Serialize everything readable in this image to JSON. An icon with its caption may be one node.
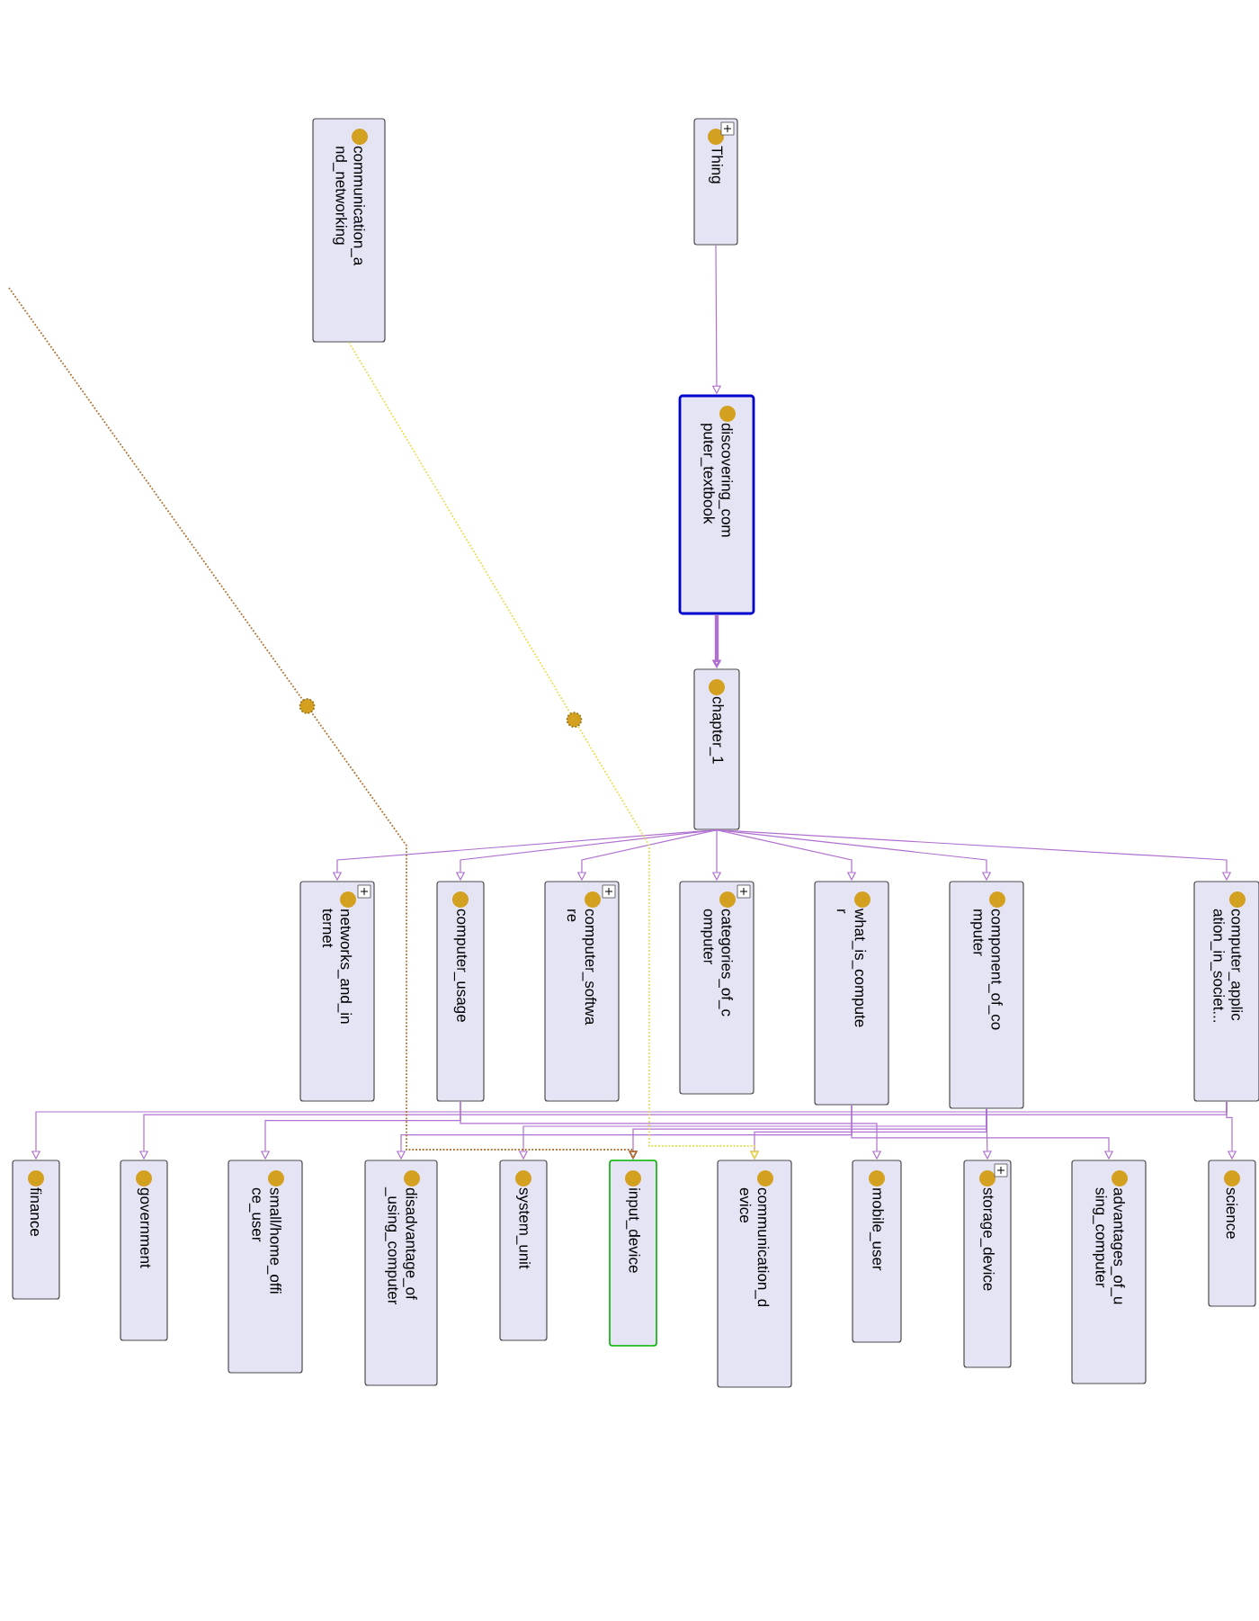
{
  "diagram": {
    "nodes": [
      {
        "text": [
          "communication_a nd_networking"
        ]
      },
      {
        "text": [
          "Thing"
        ]
      },
      {
        "text": [
          "discovering_com puter_textbook"
        ]
      },
      {
        "text": [
          "chapter_1"
        ]
      },
      {
        "text": [
          "networks_and_in ternet"
        ]
      },
      {
        "text": [
          "computer_usage"
        ]
      },
      {
        "text": [
          "computer_softwa re"
        ]
      },
      {
        "text": [
          "categories_of_c omputer"
        ]
      },
      {
        "text": [
          "what_is_compute r"
        ]
      },
      {
        "text": [
          "component_of_co mputer"
        ]
      },
      {
        "text": [
          "computer_applic ation_in_societ..."
        ]
      },
      {
        "text": [
          "finance"
        ]
      },
      {
        "text": [
          "government"
        ]
      },
      {
        "text": [
          "small/home_offi ce_user"
        ]
      },
      {
        "text": [
          "disadvantage_of _using_computer"
        ]
      },
      {
        "text": [
          "system_unit"
        ]
      },
      {
        "text": [
          "input_device"
        ]
      },
      {
        "text": [
          "communication_d evice"
        ]
      },
      {
        "text": [
          "mobile_user"
        ]
      },
      {
        "text": [
          "storage_device"
        ]
      },
      {
        "text": [
          "advantages_of_u sing_computer"
        ]
      },
      {
        "text": [
          "science"
        ]
      }
    ],
    "edges": [
      {
        "from": 1,
        "to": 2,
        "arrow": "to"
      },
      {
        "from": 2,
        "to": 3,
        "arrow": "to",
        "style": "thick"
      },
      {
        "from": 3,
        "to": 4,
        "arrow": "to"
      },
      {
        "from": 3,
        "to": 5,
        "arrow": "to"
      },
      {
        "from": 3,
        "to": 6,
        "arrow": "to"
      },
      {
        "from": 3,
        "to": 7,
        "arrow": "to"
      },
      {
        "from": 3,
        "to": 8,
        "arrow": "to"
      },
      {
        "from": 3,
        "to": 9,
        "arrow": "to"
      },
      {
        "from": 3,
        "to": 10,
        "arrow": "to"
      },
      {
        "from": 10,
        "to": 11,
        "arrow": "to"
      },
      {
        "from": 10,
        "to": 12,
        "arrow": "to"
      },
      {
        "from": 10,
        "to": 21,
        "arrow": "to"
      },
      {
        "from": 5,
        "to": 13,
        "arrow": "to"
      },
      {
        "from": 5,
        "to": 18,
        "arrow": "to"
      },
      {
        "from": 9,
        "to": 15,
        "arrow": "to"
      },
      {
        "from": 9,
        "to": 16,
        "arrow": "to"
      },
      {
        "from": 9,
        "to": 17,
        "arrow": "to"
      },
      {
        "from": 9,
        "to": 19,
        "arrow": "to"
      },
      {
        "from": 8,
        "to": 14,
        "arrow": "to"
      },
      {
        "from": 8,
        "to": 20,
        "arrow": "to"
      },
      {
        "from": 0,
        "to": 17,
        "arrow": "to",
        "style": "dashed",
        "color": "#e8dc50"
      },
      {
        "from": null,
        "to": 16,
        "arrow": "to",
        "style": "dashed",
        "color": "#b07030"
      }
    ]
  }
}
